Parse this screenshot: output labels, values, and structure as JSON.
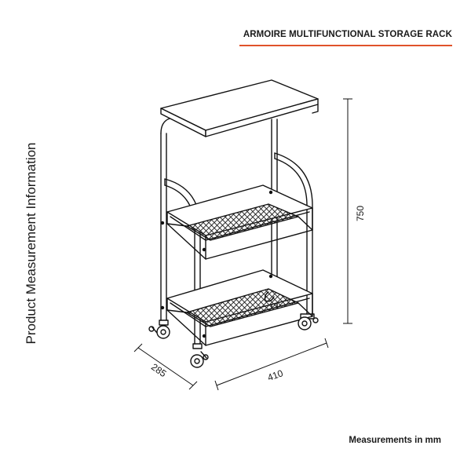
{
  "header": {
    "title": "ARMOIRE MULTIFUNCTIONAL STORAGE RACK",
    "accent_color": "#e0522a"
  },
  "side_label": "Product Measurement Information",
  "dimensions": {
    "height": "750",
    "width": "410",
    "depth": "285"
  },
  "footer": {
    "note": "Measurements in mm"
  }
}
